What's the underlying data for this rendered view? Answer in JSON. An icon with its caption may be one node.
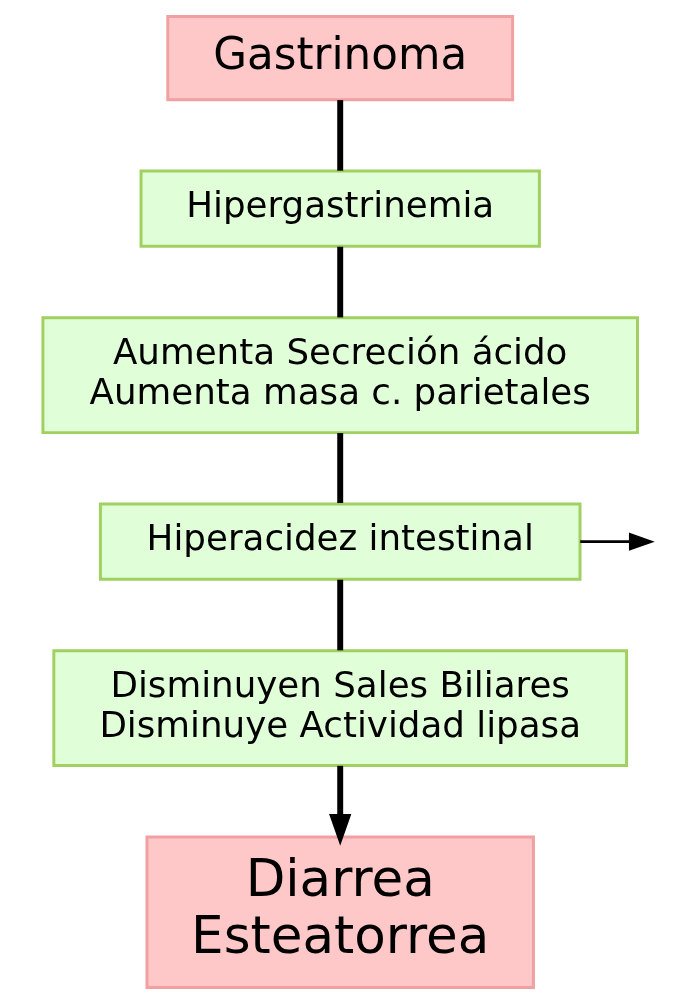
{
  "diagram": {
    "nodes": [
      {
        "text": [
          "Gastrinoma"
        ]
      },
      {
        "text": [
          "Hipergastrinemia"
        ]
      },
      {
        "text": [
          "Aumenta Secreción ácido",
          "Aumenta masa c. parietales"
        ]
      },
      {
        "text": [
          "Hiperacidez intestinal"
        ]
      },
      {
        "text": [
          "Disminuyen Sales Biliares",
          "Disminuye Actividad lipasa"
        ]
      },
      {
        "text": [
          "Diarrea",
          "Esteatorrea"
        ]
      }
    ],
    "edges": [
      {
        "from": 0,
        "to": 1,
        "arrow": "none"
      },
      {
        "from": 1,
        "to": 2,
        "arrow": "none"
      },
      {
        "from": 2,
        "to": 3,
        "arrow": "none"
      },
      {
        "from": 3,
        "to": 4,
        "arrow": "none"
      },
      {
        "from": 4,
        "to": 5,
        "arrow": "to"
      },
      {
        "from": 3,
        "to": null,
        "arrow": "to"
      }
    ]
  }
}
